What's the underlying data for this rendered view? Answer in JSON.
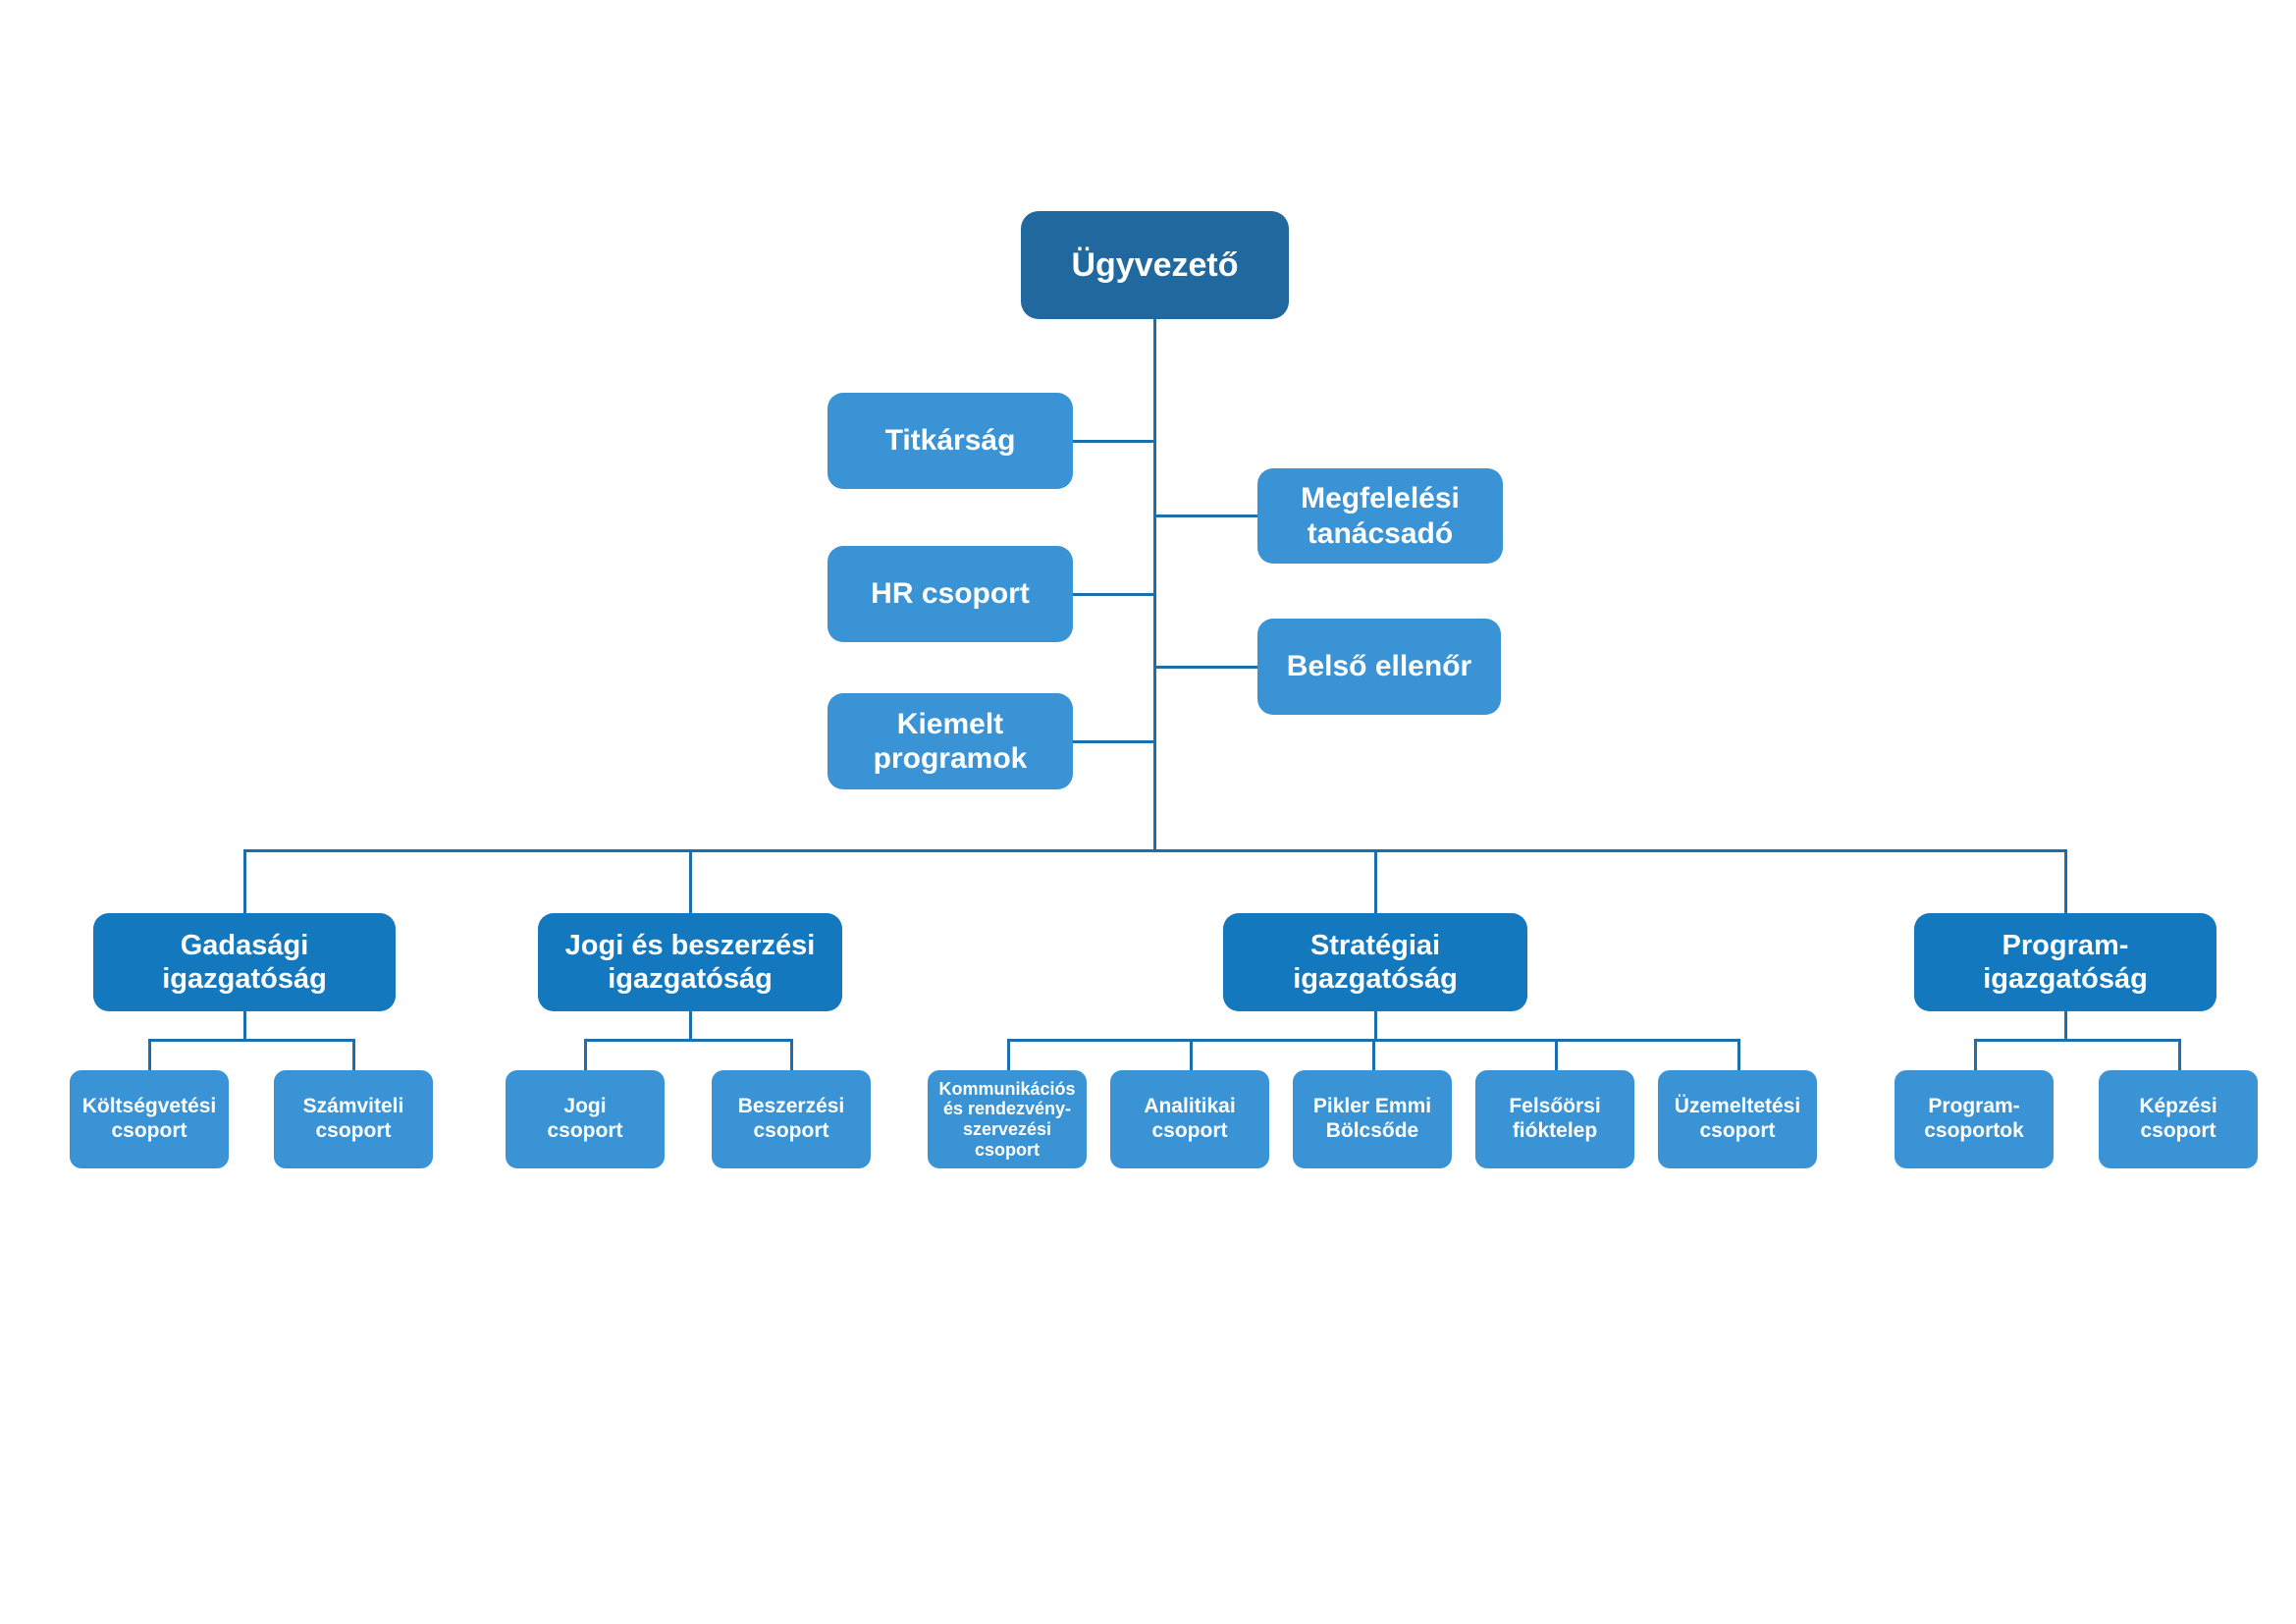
{
  "chart": {
    "type": "org-chart",
    "root": {
      "label": "Ügyvezető"
    },
    "staff": [
      {
        "label": "Titkárság"
      },
      {
        "label": "Megfelelési\ntanácsadó"
      },
      {
        "label": "HR csoport"
      },
      {
        "label": "Belső ellenőr"
      },
      {
        "label": "Kiemelt\nprogramok"
      }
    ],
    "directorates": [
      {
        "label": "Gadasági\nigazgatóság",
        "children": [
          {
            "label": "Költségvetési\ncsoport"
          },
          {
            "label": "Számviteli\ncsoport"
          }
        ]
      },
      {
        "label": "Jogi és beszerzési\nigazgatóság",
        "children": [
          {
            "label": "Jogi\ncsoport"
          },
          {
            "label": "Beszerzési\ncsoport"
          }
        ]
      },
      {
        "label": "Stratégiai\nigazgatóság",
        "children": [
          {
            "label": "Kommunikációs\nés rendezvény-\nszervezési\ncsoport"
          },
          {
            "label": "Analitikai\ncsoport"
          },
          {
            "label": "Pikler Emmi\nBölcsőde"
          },
          {
            "label": "Felsőörsi\nfióktelep"
          },
          {
            "label": "Üzemeltetési\ncsoport"
          }
        ]
      },
      {
        "label": "Program-\nigazgatóság",
        "children": [
          {
            "label": "Program-\ncsoportok"
          },
          {
            "label": "Képzési\ncsoport"
          }
        ]
      }
    ],
    "colors": {
      "root": "#21689e",
      "directorate": "#1478bf",
      "light": "#3a93d5",
      "line": "#1b6fad",
      "text": "#ffffff"
    }
  }
}
